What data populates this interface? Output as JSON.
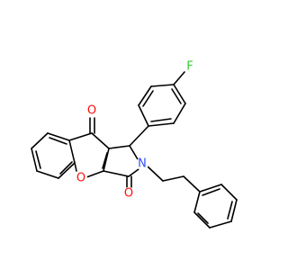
{
  "structure": {
    "atoms": {
      "fluorine": {
        "label": "F",
        "color": "#33cc33"
      },
      "oxygen_ring": {
        "label": "O",
        "color": "#ff0d0d"
      },
      "oxygen_carbonyl_top": {
        "label": "O",
        "color": "#ff0d0d"
      },
      "oxygen_carbonyl_bottom": {
        "label": "O",
        "color": "#ff0d0d"
      },
      "nitrogen": {
        "label": "N",
        "color": "#3050f8"
      }
    },
    "bond_color": "#000000"
  }
}
